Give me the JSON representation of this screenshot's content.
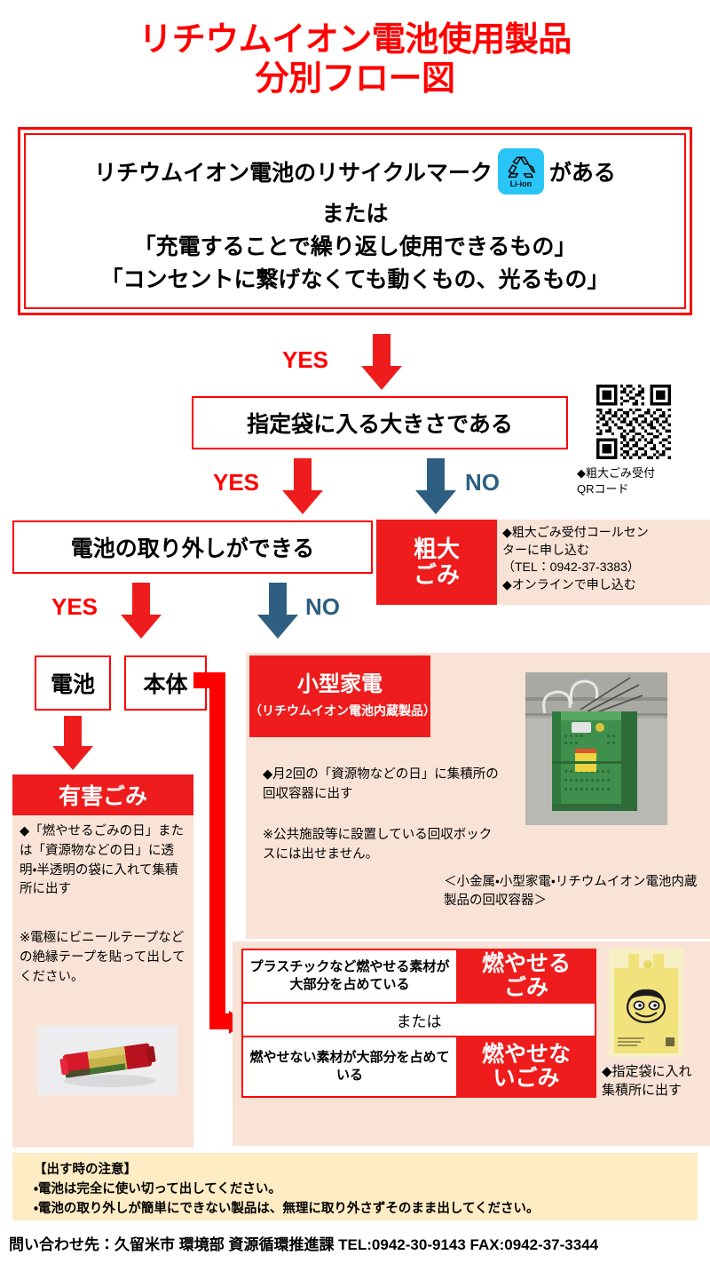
{
  "title": {
    "line1": "リチウムイオン電池使用製品",
    "line2": "分別フロー図"
  },
  "top_box": {
    "line1_a": "リチウムイオン電池のリサイクルマーク",
    "line1_b": "がある",
    "mark_label": "Li-ion",
    "line2": "または",
    "line3": "「充電することで繰り返し使用できるもの」",
    "line4": "「コンセントに繋げなくても動くもの、光るもの」"
  },
  "labels": {
    "yes": "YES",
    "no": "NO",
    "or": "または"
  },
  "decisions": {
    "fits_bag": "指定袋に入る大きさである",
    "battery_removable": "電池の取り外しができる"
  },
  "qr": {
    "caption_line1": "◆粗大ごみ受付",
    "caption_line2": "QRコード"
  },
  "sodai": {
    "title_line1": "粗大",
    "title_line2": "ごみ",
    "note_line1": "◆粗大ごみ受付コールセン",
    "note_line2": "ターに申し込む",
    "note_line3": "（TEL：0942-37-3383）",
    "note_line4": "◆オンラインで申し込む"
  },
  "split": {
    "battery": "電池",
    "body": "本体"
  },
  "yugai": {
    "title": "有害ごみ",
    "text1": "◆「燃やせるごみの日」または「資源物などの日」に透明・半透明の袋に入れて集積所に出す",
    "text2": "※電極にビニールテープなどの絶縁テープを貼って出してください。"
  },
  "kogata": {
    "title": "小型家電",
    "subtitle": "（リチウムイオン電池内蔵製品）",
    "text1": "◆月2回の「資源物などの日」に集積所の回収容器に出す",
    "text2": "※公共施設等に設置している回収ボックスには出せません。",
    "caption": "＜小金属・小型家電・リチウムイオン電池内蔵製品の回収容器＞"
  },
  "burnable": {
    "q1": "プラスチックなど燃やせる素材が大部分を占めている",
    "a1_line1": "燃やせる",
    "a1_line2": "ごみ",
    "q2": "燃やせない素材が大部分を占めている",
    "a2_line1": "燃やせな",
    "a2_line2": "いごみ",
    "bag_note": "◆指定袋に入れ集積所に出す"
  },
  "notice": {
    "heading": "【出す時の注意】",
    "item1": "・電池は完全に使い切って出してください。",
    "item2": "・電池の取り外しが簡単にできない製品は、無理に取り外さずそのまま出してください。"
  },
  "contact": {
    "text": "問い合わせ先：久留米市 環境部 資源循環推進課 TEL:0942-30-9143 FAX:0942-37-3344"
  },
  "colors": {
    "red": "#ff0000",
    "red_fill": "#ee1c1c",
    "blue": "#2e5f82",
    "peach": "#f9e3d7",
    "cream": "#fdecc4",
    "cyan": "#29c5f6"
  }
}
